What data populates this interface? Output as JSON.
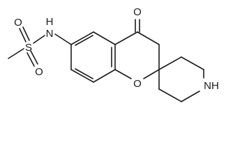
{
  "molecule": {
    "atoms": {
      "carbonyl_oxygen": "O",
      "amide_nitrogen": "N",
      "amide_hydrogen": "H",
      "sulfur": "S",
      "sulfonyl_oxygen_upper": "O",
      "sulfonyl_oxygen_lower": "O",
      "ring_oxygen": "O",
      "piperidine_nh": "NH"
    },
    "colors": {
      "bond": "#1a1a1a",
      "text": "#1a1a1a",
      "background": "#ffffff"
    }
  }
}
